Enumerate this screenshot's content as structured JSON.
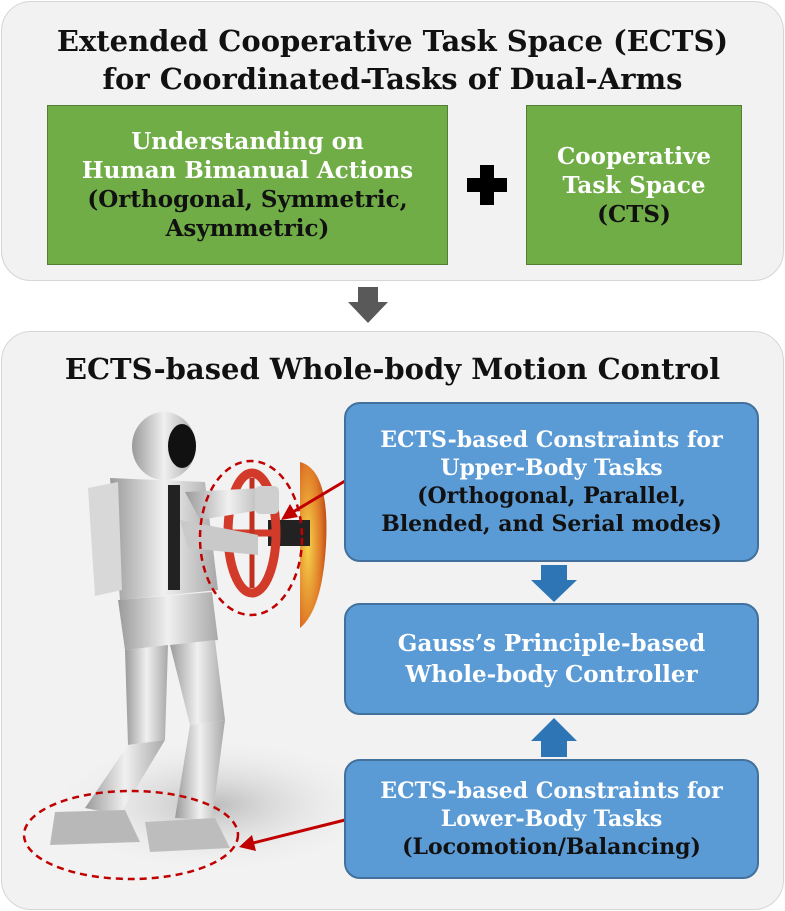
{
  "top_panel": {
    "title_line1": "Extended Cooperative Task Space (ECTS)",
    "title_line2": "for Coordinated-Tasks of Dual-Arms",
    "left_box": {
      "line1": "Understanding on",
      "line2": "Human Bimanual Actions",
      "line3": "(Orthogonal, Symmetric,",
      "line4": "Asymmetric)"
    },
    "right_box": {
      "line1": "Cooperative",
      "line2": "Task Space",
      "line3": "(CTS)"
    }
  },
  "bottom_panel": {
    "title": "ECTS-based Whole-body Motion Control",
    "upper_box": {
      "line1": "ECTS-based Constraints for",
      "line2": "Upper-Body Tasks",
      "line3": "(Orthogonal, Parallel,",
      "line4": "Blended, and Serial modes)"
    },
    "gauss_box": {
      "line1": "Gauss’s Principle-based",
      "line2": "Whole-body Controller"
    },
    "lower_box": {
      "line1": "ECTS-based Constraints for",
      "line2": "Lower-Body Tasks",
      "line3": "(Locomotion/Balancing)"
    }
  },
  "colors": {
    "panel": "#f2f2f2",
    "green_box": "#70ad47",
    "blue_box": "#5b9bd5",
    "blue_arrow": "#2e75b6",
    "gray_arrow": "#595959",
    "red_arrow": "#c00000"
  },
  "icons": [
    "plus-icon",
    "down-arrow-icon",
    "robot-illustration",
    "steering-wheel-illustration"
  ]
}
